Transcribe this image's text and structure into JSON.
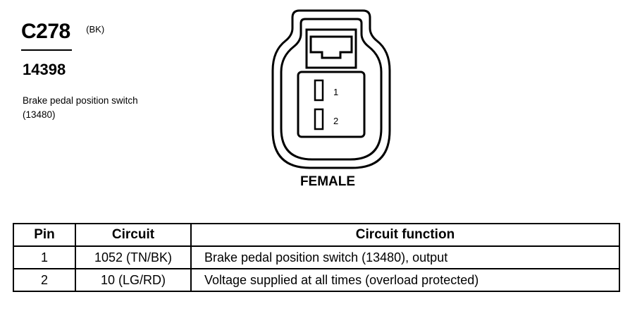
{
  "connector": {
    "code": "C278",
    "color": "(BK)",
    "part_number": "14398",
    "description": "Brake pedal position switch (13480)",
    "gender": "FEMALE",
    "pin_labels": [
      "1",
      "2"
    ]
  },
  "table": {
    "headers": [
      "Pin",
      "Circuit",
      "Circuit function"
    ],
    "rows": [
      [
        "1",
        "1052 (TN/BK)",
        "Brake pedal position switch (13480), output"
      ],
      [
        "2",
        "10 (LG/RD)",
        "Voltage supplied at all times (overload protected)"
      ]
    ]
  }
}
